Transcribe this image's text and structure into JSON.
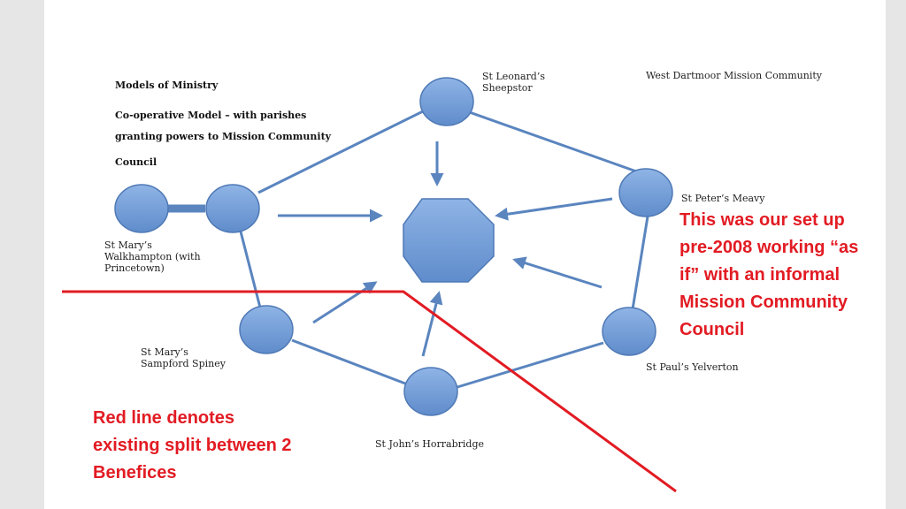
{
  "header": {
    "title": "Models of Ministry",
    "model_line1": "Co-operative Model – with parishes",
    "model_line2": "granting powers to Mission Community",
    "model_line3": "Council",
    "community": "West Dartmoor Mission Community"
  },
  "parishes": {
    "sheepstor": [
      "St Leonard’s",
      "Sheepstor"
    ],
    "meavy": "St Peter’s Meavy",
    "walkhampton": [
      "St Mary’s",
      "Walkhampton (with",
      "Princetown)"
    ],
    "sampford": [
      "St Mary’s",
      "Sampford Spiney"
    ],
    "yelverton": "St Paul’s Yelverton",
    "horrabridge": "St John’s Horrabridge"
  },
  "notes": {
    "setup": [
      "This was our set up",
      "pre-2008 working “as",
      "if” with an informal",
      "Mission Community",
      "Council"
    ],
    "redline": [
      "Red line denotes",
      "existing split between 2",
      "Benefices"
    ]
  },
  "colors": {
    "node_fill": "#6f9ad6",
    "node_stroke": "#4f79b5",
    "line": "#5a85bf",
    "red": "#e21b23",
    "note_text": "#e21b23"
  }
}
